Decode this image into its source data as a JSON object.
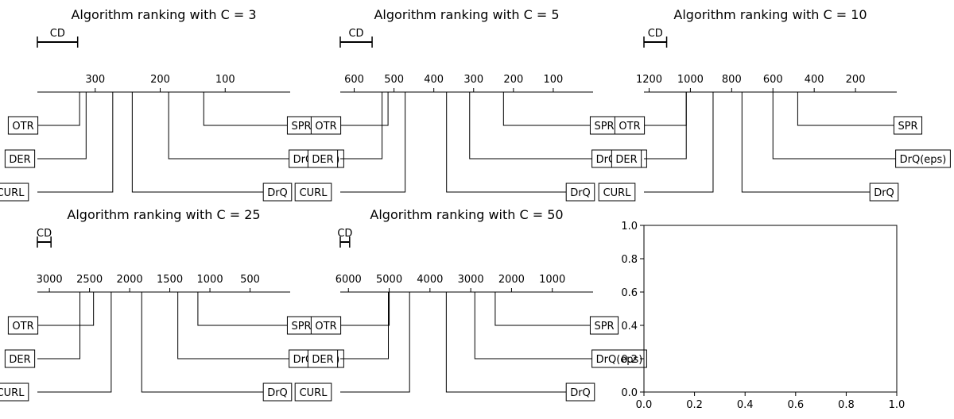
{
  "chart_data": [
    {
      "type": "cd-diagram",
      "title": "Algorithm ranking with C = 3",
      "cd_label": "CD",
      "cd": 62,
      "axis": {
        "range": [
          389,
          0
        ],
        "ticks": [
          300,
          200,
          100
        ]
      },
      "left": [
        {
          "name": "OTR",
          "rank": 324
        },
        {
          "name": "DER",
          "rank": 314
        },
        {
          "name": "CURL",
          "rank": 273
        }
      ],
      "right": [
        {
          "name": "SPR",
          "rank": 133
        },
        {
          "name": "DrQ(eps)",
          "rank": 187
        },
        {
          "name": "DrQ",
          "rank": 243
        }
      ]
    },
    {
      "type": "cd-diagram",
      "title": "Algorithm ranking with C = 5",
      "cd_label": "CD",
      "cd": 80,
      "axis": {
        "range": [
          635,
          0
        ],
        "ticks": [
          600,
          500,
          400,
          300,
          200,
          100
        ]
      },
      "left": [
        {
          "name": "OTR",
          "rank": 515
        },
        {
          "name": "DER",
          "rank": 530
        },
        {
          "name": "CURL",
          "rank": 472
        }
      ],
      "right": [
        {
          "name": "SPR",
          "rank": 225
        },
        {
          "name": "DrQ(eps)",
          "rank": 310
        },
        {
          "name": "DrQ",
          "rank": 368
        }
      ]
    },
    {
      "type": "cd-diagram",
      "title": "Algorithm ranking with C = 10",
      "cd_label": "CD",
      "cd": 110,
      "axis": {
        "range": [
          1225,
          0
        ],
        "ticks": [
          1200,
          1000,
          800,
          600,
          400,
          200
        ]
      },
      "left": [
        {
          "name": "OTR",
          "rank": 1020
        },
        {
          "name": "DER",
          "rank": 1020
        },
        {
          "name": "CURL",
          "rank": 890
        }
      ],
      "right": [
        {
          "name": "SPR",
          "rank": 480
        },
        {
          "name": "DrQ(eps)",
          "rank": 600
        },
        {
          "name": "DrQ",
          "rank": 750
        }
      ]
    },
    {
      "type": "cd-diagram",
      "title": "Algorithm ranking with C = 25",
      "cd_label": "CD",
      "cd": 170,
      "axis": {
        "range": [
          3150,
          0
        ],
        "ticks": [
          3000,
          2500,
          2000,
          1500,
          1000,
          500
        ]
      },
      "left": [
        {
          "name": "OTR",
          "rank": 2450
        },
        {
          "name": "DER",
          "rank": 2620
        },
        {
          "name": "CURL",
          "rank": 2230
        }
      ],
      "right": [
        {
          "name": "SPR",
          "rank": 1150
        },
        {
          "name": "DrQ(eps)",
          "rank": 1400
        },
        {
          "name": "DrQ",
          "rank": 1850
        }
      ]
    },
    {
      "type": "cd-diagram",
      "title": "Algorithm ranking with C = 50",
      "cd_label": "CD",
      "cd": 230,
      "axis": {
        "range": [
          6200,
          0
        ],
        "ticks": [
          6000,
          5000,
          4000,
          3000,
          2000,
          1000
        ]
      },
      "left": [
        {
          "name": "OTR",
          "rank": 5000
        },
        {
          "name": "DER",
          "rank": 5020
        },
        {
          "name": "CURL",
          "rank": 4500
        }
      ],
      "right": [
        {
          "name": "SPR",
          "rank": 2400
        },
        {
          "name": "DrQ(eps)",
          "rank": 2900
        },
        {
          "name": "DrQ",
          "rank": 3600
        }
      ]
    },
    {
      "type": "empty-axes",
      "xlim": [
        0,
        1
      ],
      "ylim": [
        0,
        1
      ],
      "xticks": [
        "0.0",
        "0.2",
        "0.4",
        "0.6",
        "0.8",
        "1.0"
      ],
      "yticks": [
        "0.0",
        "0.2",
        "0.4",
        "0.6",
        "0.8",
        "1.0"
      ]
    }
  ]
}
